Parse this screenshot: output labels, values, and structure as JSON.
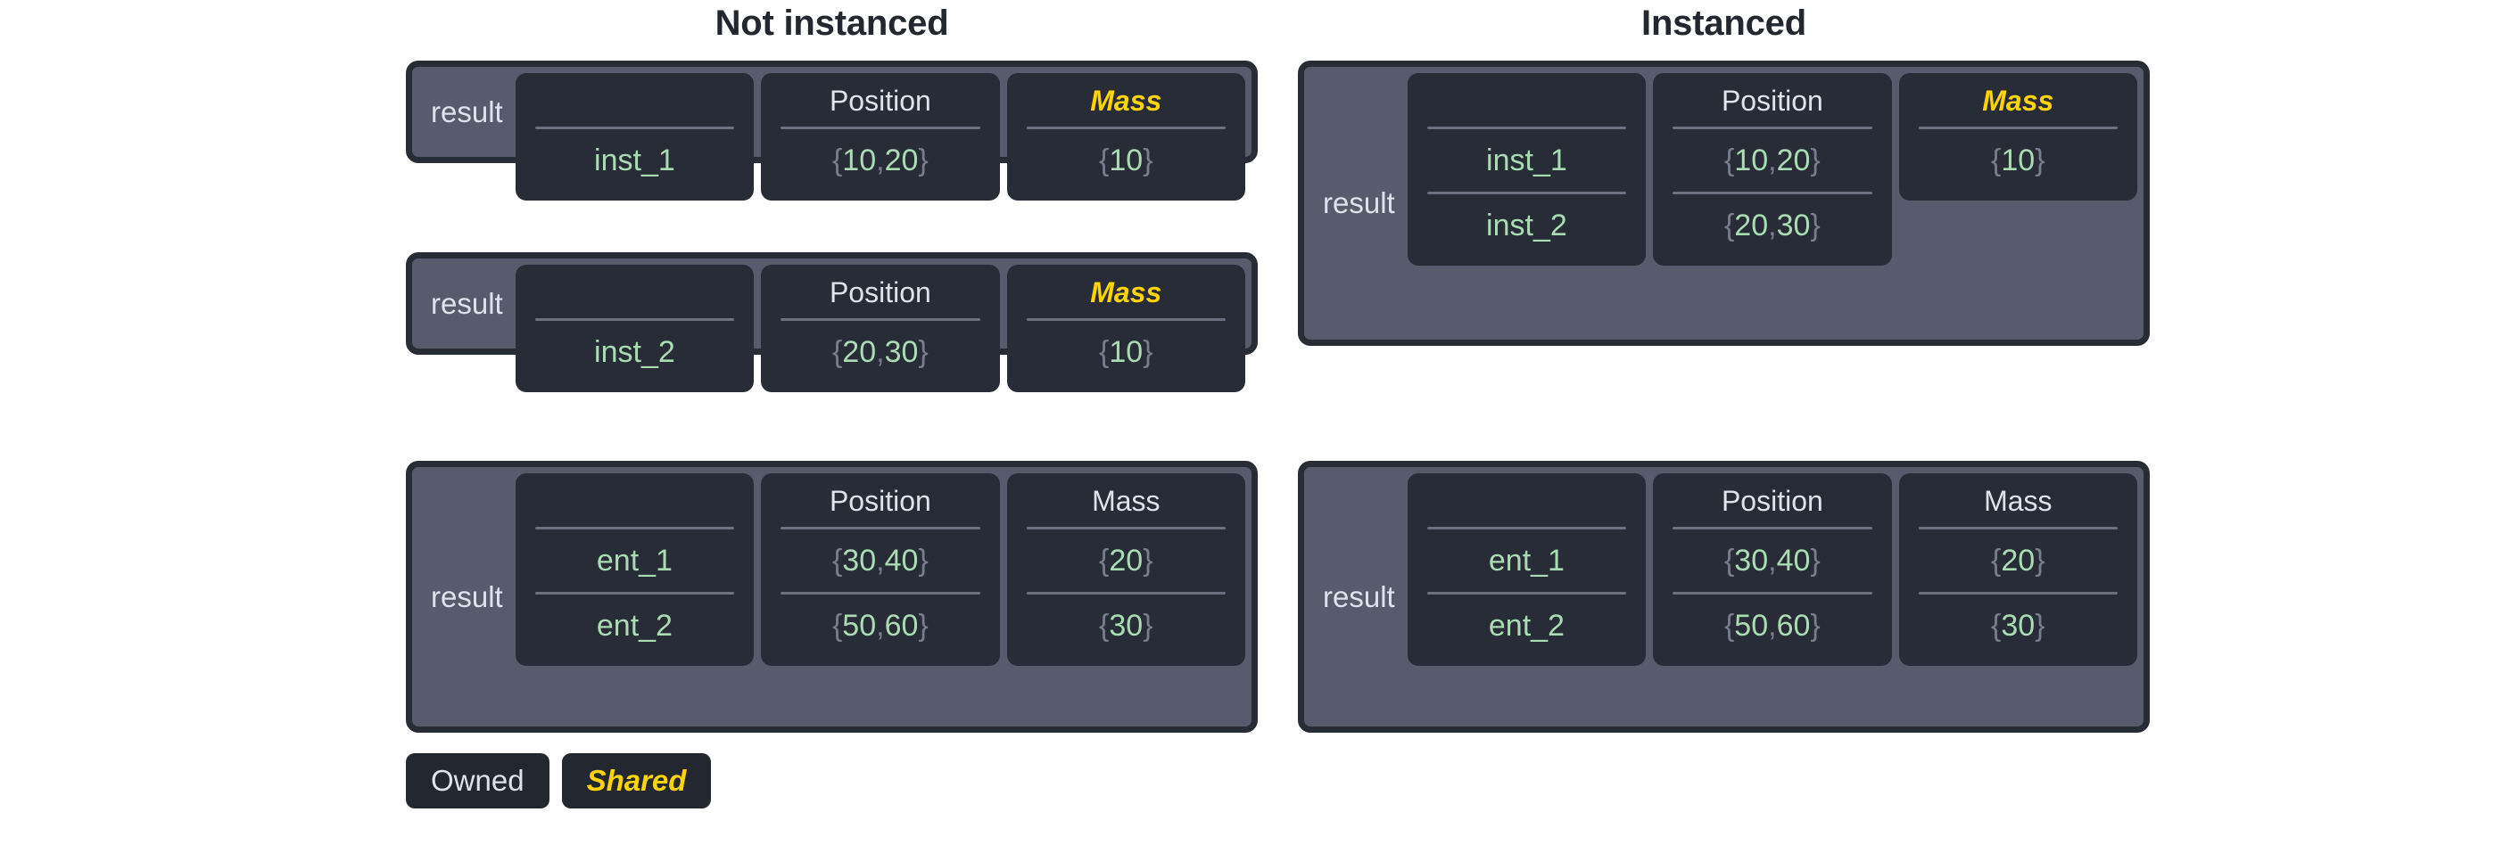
{
  "titles": {
    "left": "Not instanced",
    "right": "Instanced"
  },
  "labels": {
    "result": "result",
    "position": "Position",
    "mass": "Mass",
    "id_header": ""
  },
  "legend": {
    "owned": "Owned",
    "shared": "Shared"
  },
  "colors": {
    "shared_accent": "#ffd400",
    "owned_text": "#dfe2ea",
    "value_green": "#a9dcb3",
    "brace_gray": "#767d8c",
    "shell_bg": "#565c6b",
    "shell_border": "#282c35",
    "cell_bg": "#282c37",
    "page_bg": "#ffffff",
    "title_text": "#23272f"
  },
  "tables": {
    "left_top": {
      "result": "result",
      "headers": {
        "id": "",
        "position": "Position",
        "mass": "Mass"
      },
      "mass_shared": true,
      "rows": [
        {
          "id": "inst_1",
          "position": "{10, 20}",
          "mass": "{10}"
        }
      ]
    },
    "left_mid": {
      "result": "result",
      "headers": {
        "id": "",
        "position": "Position",
        "mass": "Mass"
      },
      "mass_shared": true,
      "rows": [
        {
          "id": "inst_2",
          "position": "{20, 30}",
          "mass": "{10}"
        }
      ]
    },
    "left_bottom": {
      "result": "result",
      "headers": {
        "id": "",
        "position": "Position",
        "mass": "Mass"
      },
      "mass_shared": false,
      "rows": [
        {
          "id": "ent_1",
          "position": "{30, 40}",
          "mass": "{20}"
        },
        {
          "id": "ent_2",
          "position": "{50, 60}",
          "mass": "{30}"
        }
      ]
    },
    "right_top": {
      "result": "result",
      "headers": {
        "id": "",
        "position": "Position",
        "mass": "Mass"
      },
      "mass_shared": true,
      "rows": [
        {
          "id": "inst_1",
          "position": "{10, 20}",
          "mass": "{10}"
        },
        {
          "id": "inst_2",
          "position": "{20, 30}",
          "mass": null
        }
      ]
    },
    "right_bottom": {
      "result": "result",
      "headers": {
        "id": "",
        "position": "Position",
        "mass": "Mass"
      },
      "mass_shared": false,
      "rows": [
        {
          "id": "ent_1",
          "position": "{30, 40}",
          "mass": "{20}"
        },
        {
          "id": "ent_2",
          "position": "{50, 60}",
          "mass": "{30}"
        }
      ]
    }
  }
}
